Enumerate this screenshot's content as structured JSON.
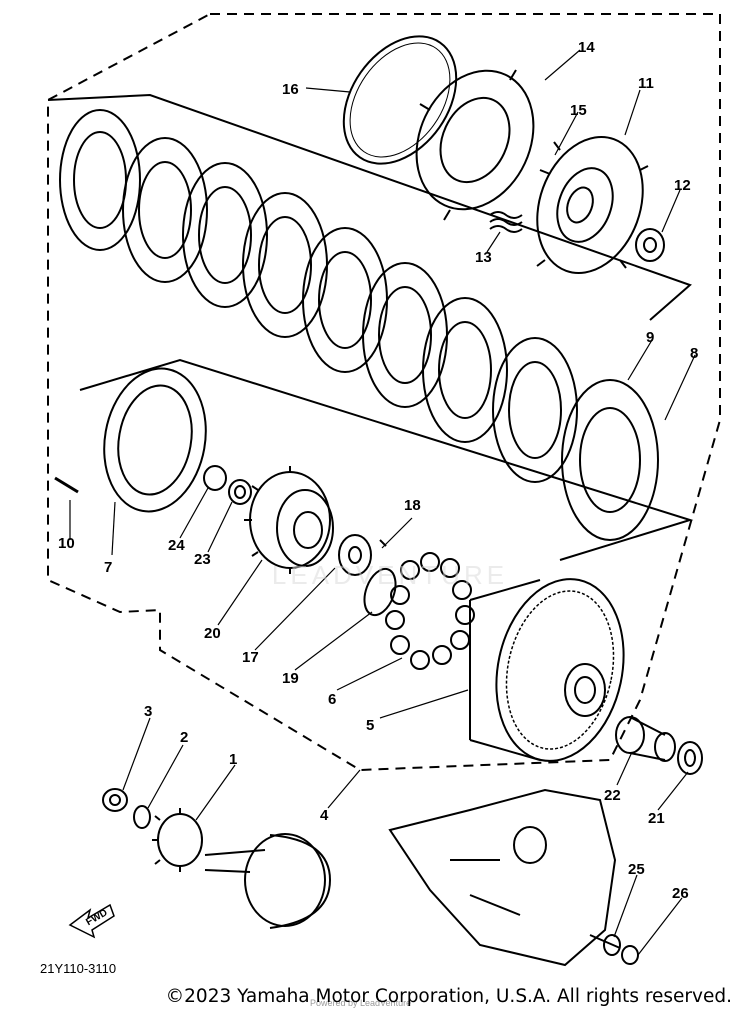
{
  "diagram": {
    "part_labels": {
      "p1": "1",
      "p2": "2",
      "p3": "3",
      "p4": "4",
      "p5": "5",
      "p6": "6",
      "p7": "7",
      "p8": "8",
      "p9": "9",
      "p10": "10",
      "p11": "11",
      "p12": "12",
      "p13": "13",
      "p14": "14",
      "p15": "15",
      "p16": "16",
      "p17": "17",
      "p18": "18",
      "p19": "19",
      "p20": "20",
      "p21": "21",
      "p22": "22",
      "p23": "23",
      "p24": "24",
      "p25": "25",
      "p26": "26"
    },
    "drawing_code": "21Y110-3110",
    "fwd_label": "FWD",
    "copyright": "©2023 Yamaha Motor Corporation, U.S.A. All rights reserved.",
    "watermark": "LEADVENTURE",
    "watermark_small": "Powered by LeadVenture"
  }
}
